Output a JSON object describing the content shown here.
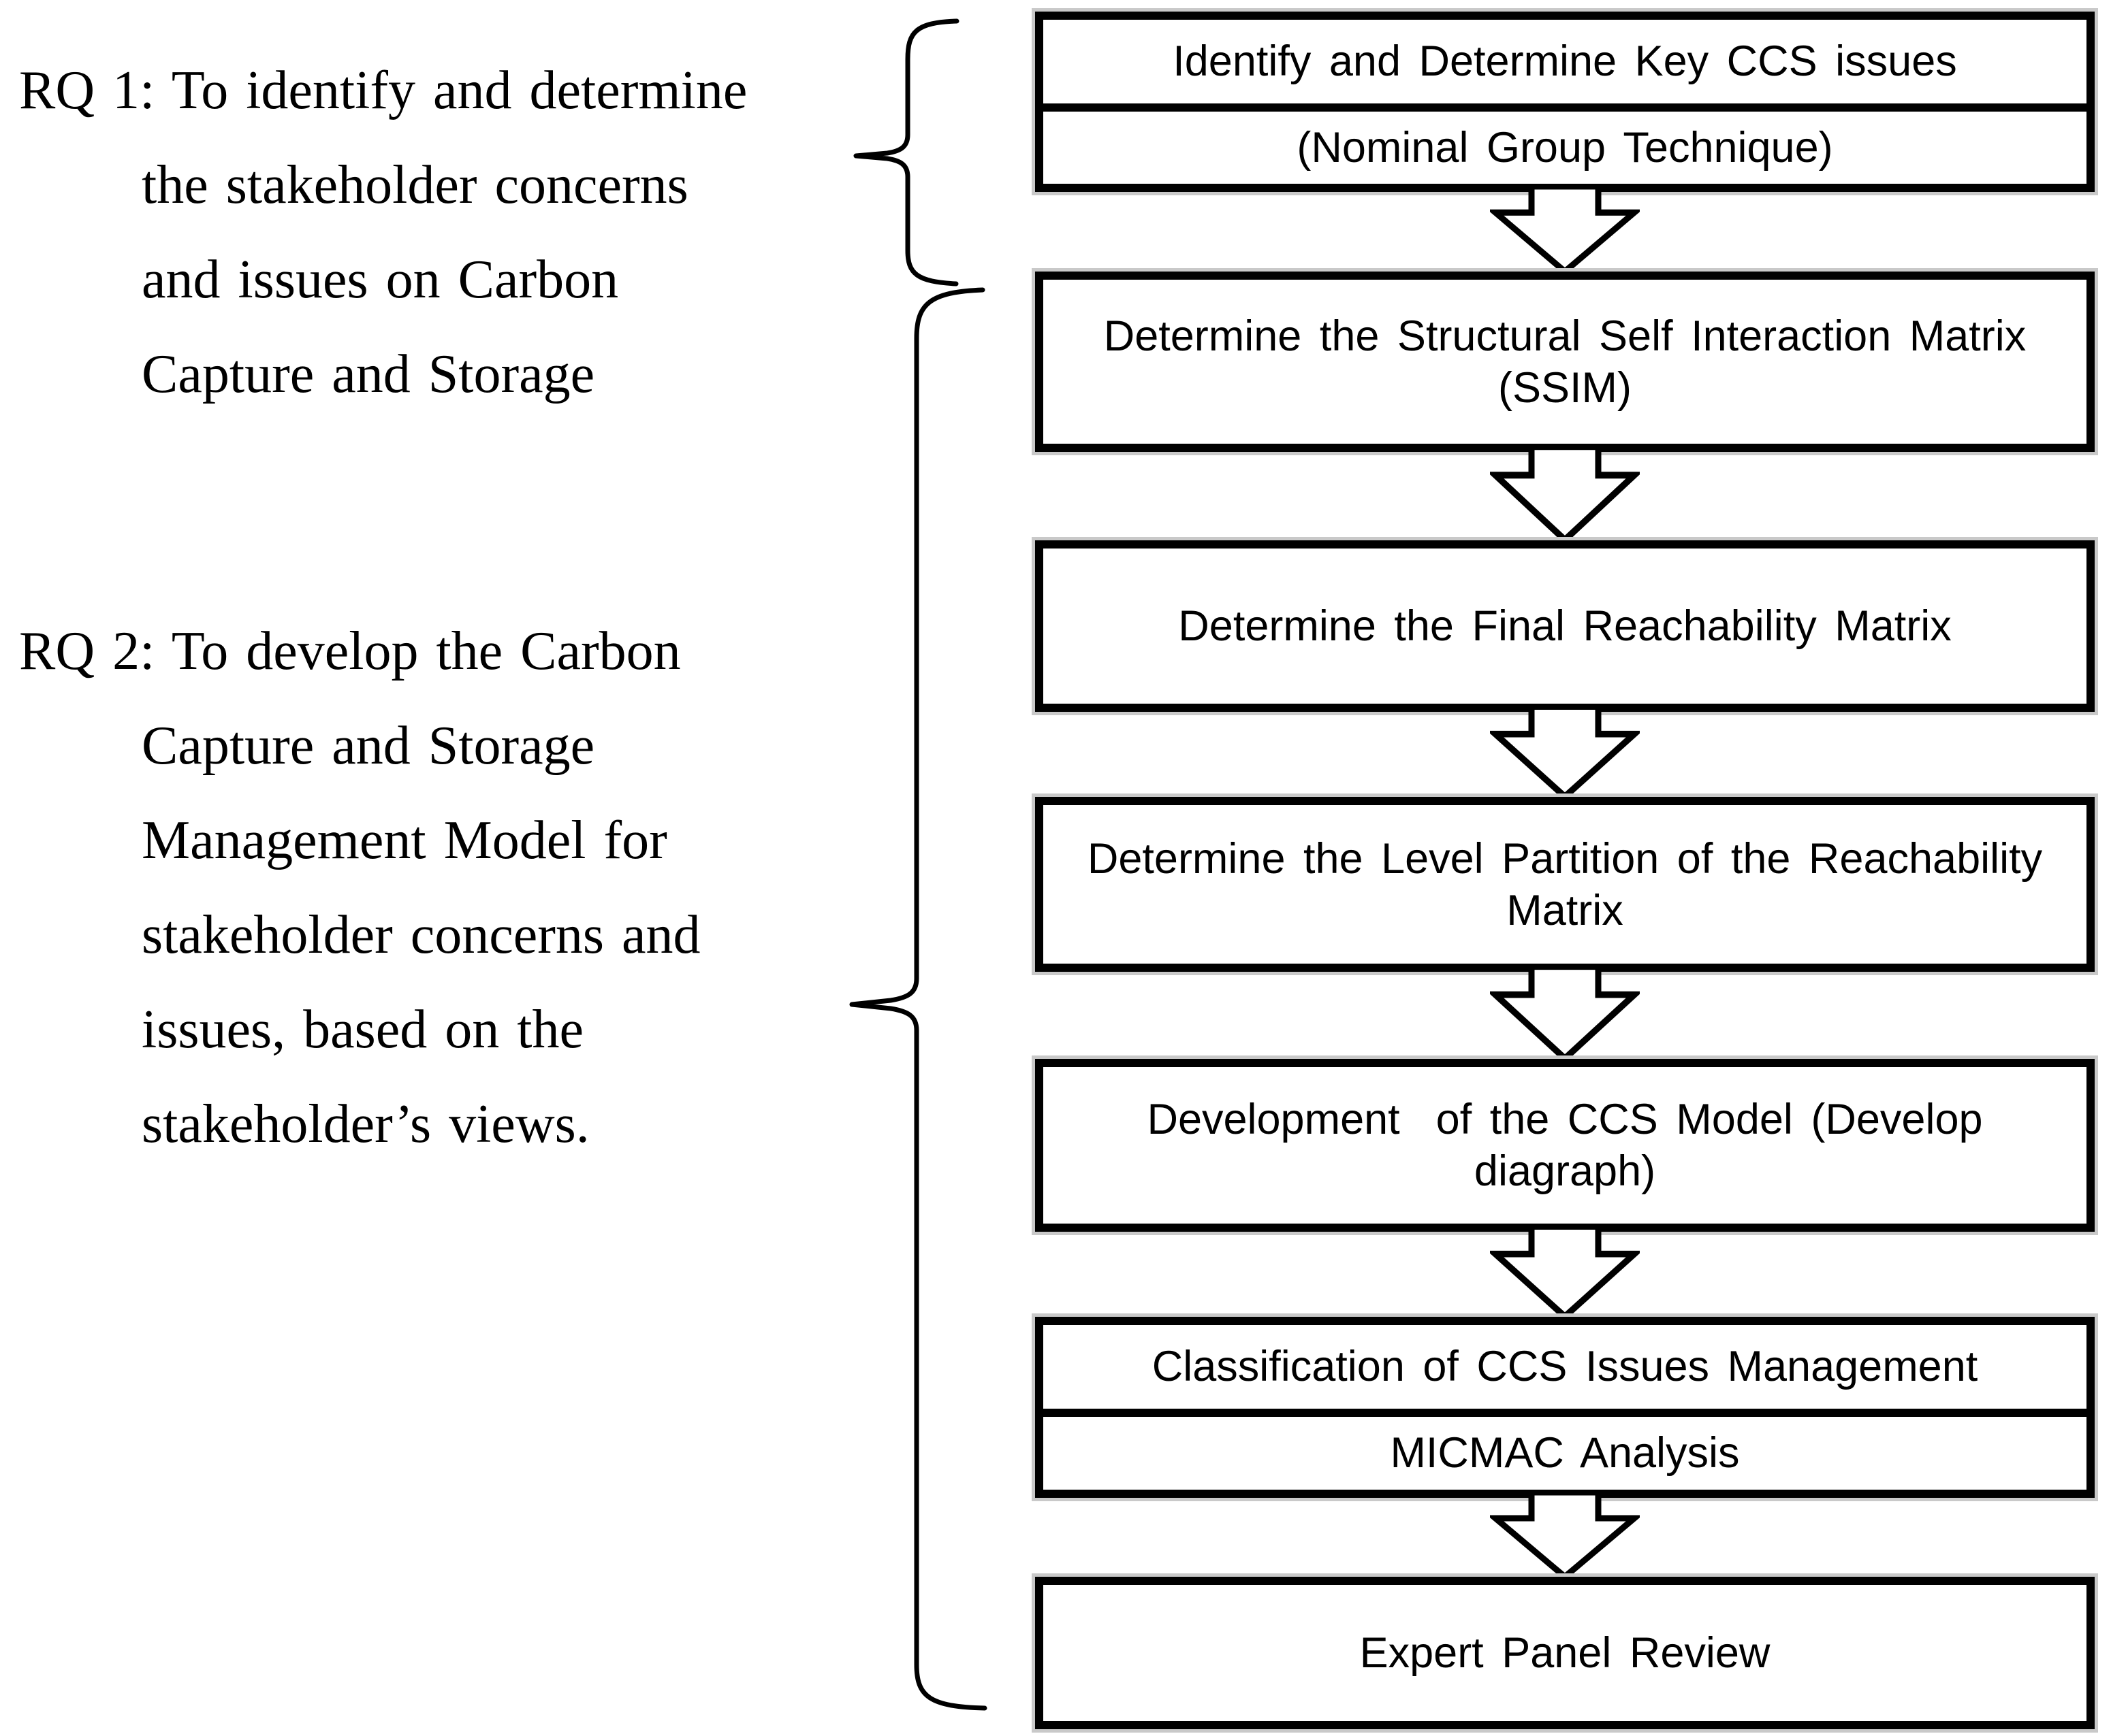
{
  "figure": {
    "research_questions": [
      {
        "lines": [
          "RQ 1: To identify and determine",
          "the stakeholder concerns",
          "and issues on Carbon",
          "Capture and Storage"
        ]
      },
      {
        "lines": [
          "RQ 2: To develop the Carbon",
          "Capture and Storage",
          "Management Model for",
          "stakeholder concerns and",
          "issues, based on the",
          "stakeholder’s views."
        ]
      }
    ],
    "process_steps": [
      {
        "sections": [
          {
            "lines": [
              "Identify and Determine Key CCS issues"
            ]
          },
          {
            "lines": [
              "(Nominal Group Technique)"
            ]
          }
        ]
      },
      {
        "sections": [
          {
            "lines": [
              "Determine the Structural Self Interaction Matrix",
              "(SSIM)"
            ]
          }
        ]
      },
      {
        "sections": [
          {
            "lines": [
              "Determine the Final Reachability Matrix"
            ]
          }
        ]
      },
      {
        "sections": [
          {
            "lines": [
              "Determine the Level Partition of the Reachability",
              "Matrix"
            ]
          }
        ]
      },
      {
        "sections": [
          {
            "lines": [
              "Development  of the CCS Model (Develop",
              "diagraph)"
            ]
          }
        ]
      },
      {
        "sections": [
          {
            "lines": [
              "Classification of CCS Issues Management"
            ]
          },
          {
            "lines": [
              "MICMAC Analysis"
            ]
          }
        ]
      },
      {
        "sections": [
          {
            "lines": [
              "Expert Panel Review"
            ]
          }
        ]
      }
    ],
    "colors": {
      "ink": "#000000",
      "paper": "#ffffff",
      "halo": "#c9c9c9"
    }
  }
}
